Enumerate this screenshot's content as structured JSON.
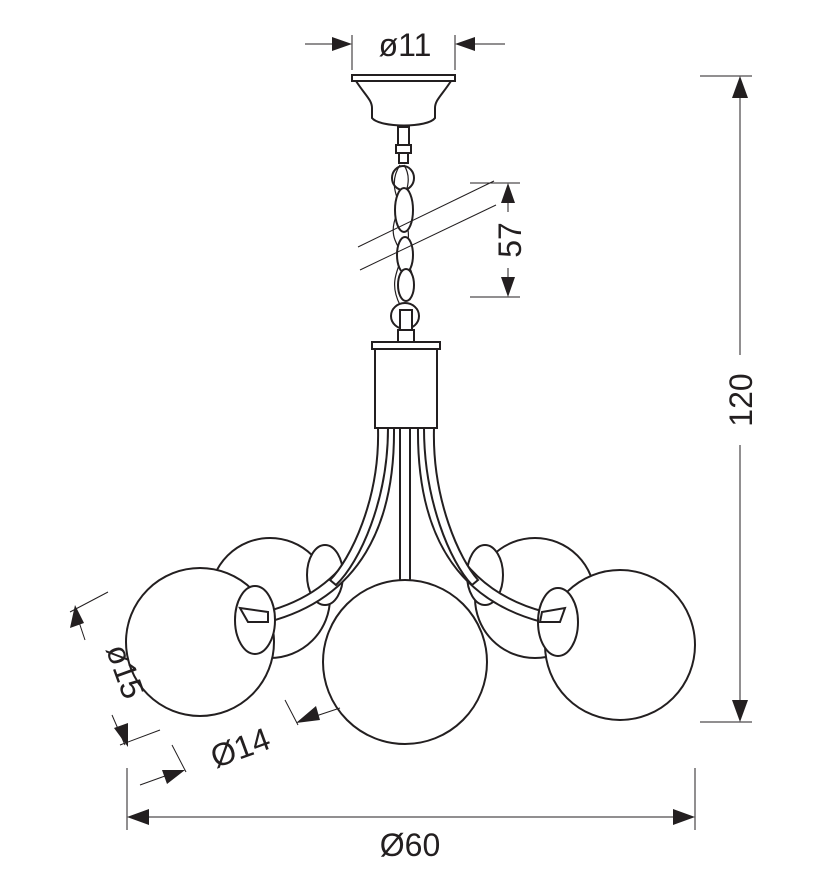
{
  "dimensions": {
    "canopy_diameter": "ø11",
    "chain_length": "57",
    "total_height": "120",
    "outer_globe_diameter": "ø15",
    "center_globe_diameter": "Ø14",
    "total_diameter": "Ø60"
  },
  "colors": {
    "line": "#231f20",
    "background": "#ffffff"
  }
}
